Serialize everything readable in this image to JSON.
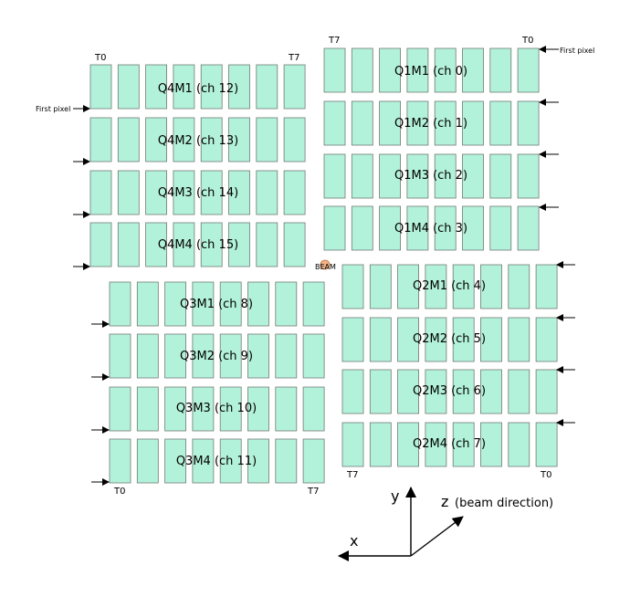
{
  "colors": {
    "cell_fill": "#b3f2da",
    "cell_stroke": "#707a75",
    "beam": "#f0b488",
    "beam_stroke": "#c0703a"
  },
  "labels": {
    "first_pixel_left": "First pixel",
    "first_pixel_right": "First pixel",
    "beam": "BEAM",
    "q4_t0": "T0",
    "q4_t7": "T7",
    "q1_t7": "T7",
    "q1_t0": "T0",
    "q3_t0": "T0",
    "q3_t7": "T7",
    "q2_t7": "T7",
    "q2_t0": "T0"
  },
  "axes": {
    "x": "x",
    "y": "y",
    "z": "z",
    "z_note": "(beam direction)"
  },
  "modules": {
    "q4m1": "Q4M1 (ch 12)",
    "q4m2": "Q4M2 (ch 13)",
    "q4m3": "Q4M3 (ch 14)",
    "q4m4": "Q4M4 (ch 15)",
    "q1m1": "Q1M1 (ch 0)",
    "q1m2": "Q1M2 (ch 1)",
    "q1m3": "Q1M3 (ch 2)",
    "q1m4": "Q1M4 (ch 3)",
    "q3m1": "Q3M1 (ch 8)",
    "q3m2": "Q3M2 (ch 9)",
    "q3m3": "Q3M3 (ch 10)",
    "q3m4": "Q3M4 (ch 11)",
    "q2m1": "Q2M1 (ch 4)",
    "q2m2": "Q2M2 (ch 5)",
    "q2m3": "Q2M3 (ch 6)",
    "q2m4": "Q2M4 (ch 7)"
  }
}
